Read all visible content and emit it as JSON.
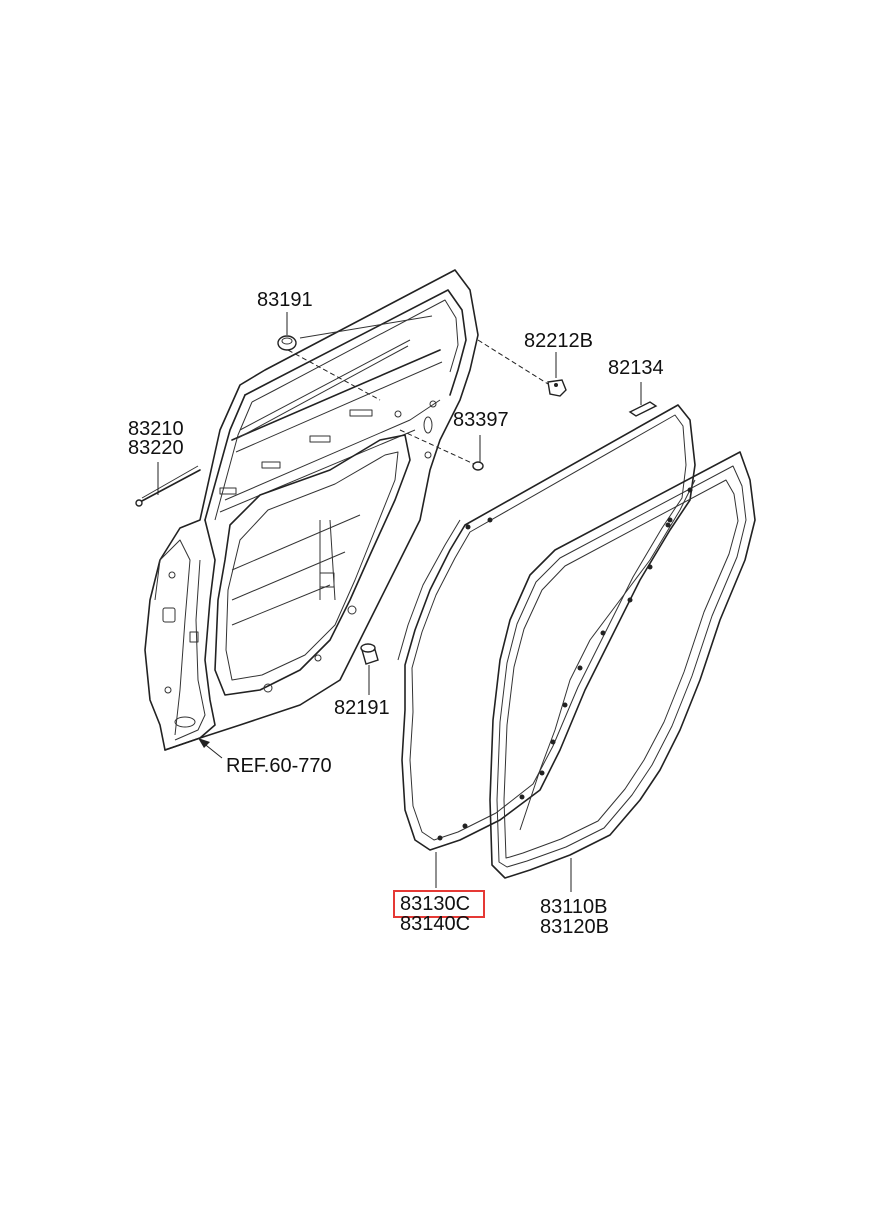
{
  "labels": {
    "p83191": "83191",
    "p82212b": "82212B",
    "p82134": "82134",
    "p83210": "83210",
    "p83220": "83220",
    "p83397": "83397",
    "p82191": "82191",
    "ref": "REF.60-770",
    "p83130c": "83130C",
    "p83140c": "83140C",
    "p83110b": "83110B",
    "p83120b": "83120B"
  },
  "highlight_color": "#e53935"
}
